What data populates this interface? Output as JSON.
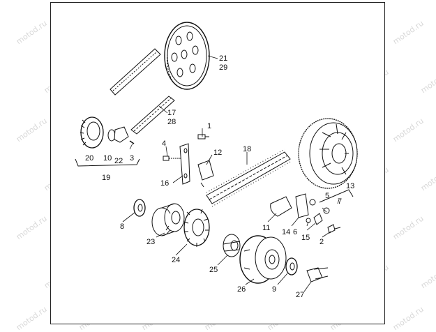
{
  "watermark": "motod.ru",
  "part_numbers": {
    "p1": "1",
    "p2": "2",
    "p3": "3",
    "p4": "4",
    "p5": "5",
    "p6": "6",
    "p7": "7",
    "p8": "8",
    "p9": "9",
    "p10": "10",
    "p11": "11",
    "p12": "12",
    "p13": "13",
    "p14": "14",
    "p15": "15",
    "p16": "16",
    "p17": "17",
    "p18": "18",
    "p19": "19",
    "p20": "20",
    "p21": "21",
    "p22": "22",
    "p23": "23",
    "p24": "24",
    "p25": "25",
    "p26": "26",
    "p27": "27",
    "p28": "28",
    "p29": "29"
  }
}
